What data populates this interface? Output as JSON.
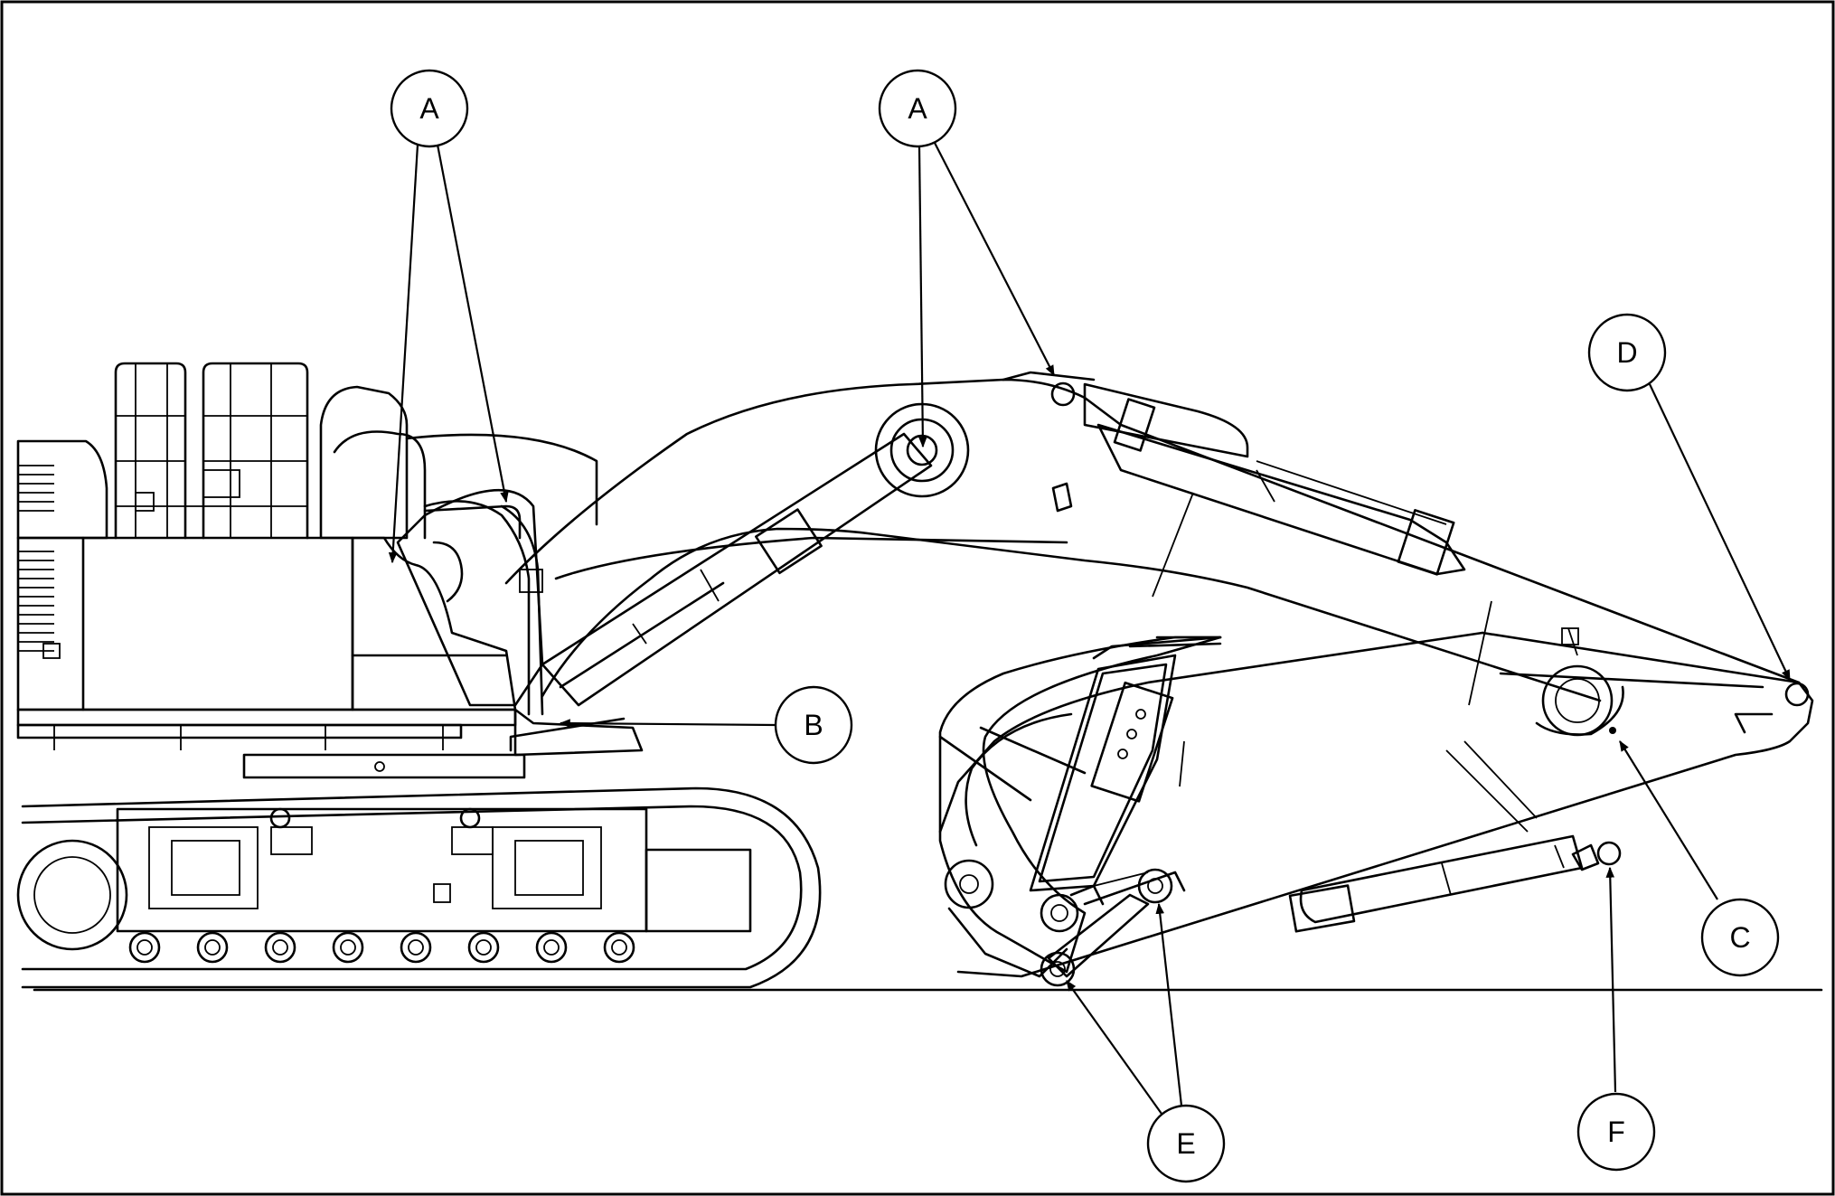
{
  "callouts": [
    {
      "id": "a1",
      "label": "A"
    },
    {
      "id": "a2",
      "label": "A"
    },
    {
      "id": "b",
      "label": "B"
    },
    {
      "id": "c",
      "label": "C"
    },
    {
      "id": "d",
      "label": "D"
    },
    {
      "id": "e",
      "label": "E"
    },
    {
      "id": "f",
      "label": "F"
    }
  ],
  "colors": {
    "line": "#000000",
    "background": "#ffffff"
  }
}
